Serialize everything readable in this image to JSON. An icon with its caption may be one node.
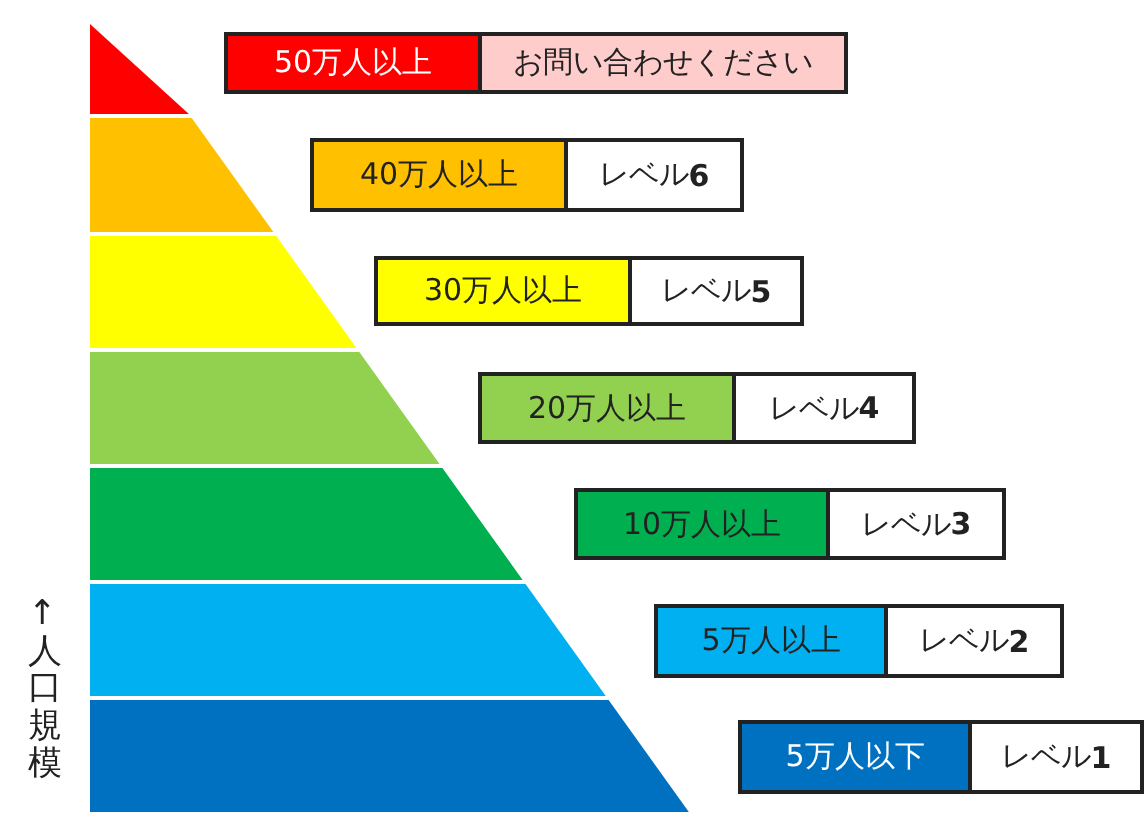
{
  "diagram": {
    "nodes": [
      {
        "text": [
          "50万人以上"
        ]
      },
      {
        "text": [
          "お問い合わせください"
        ]
      },
      {
        "text": [
          "40万人以上"
        ]
      },
      {
        "text": [
          "レベル**6**"
        ]
      },
      {
        "text": [
          "30万人以上"
        ]
      },
      {
        "text": [
          "レベル**5**"
        ]
      },
      {
        "text": [
          "20万人以上"
        ]
      },
      {
        "text": [
          "レベル**4**"
        ]
      },
      {
        "text": [
          "10万人以上"
        ]
      },
      {
        "text": [
          "レベル**3**"
        ]
      },
      {
        "text": [
          "5万人以上"
        ]
      },
      {
        "text": [
          "レベル**2**"
        ]
      },
      {
        "text": [
          "5万人以下"
        ]
      },
      {
        "text": [
          "レベル**1**"
        ]
      }
    ],
    "labels": [
      "↑人口規模"
    ]
  }
}
